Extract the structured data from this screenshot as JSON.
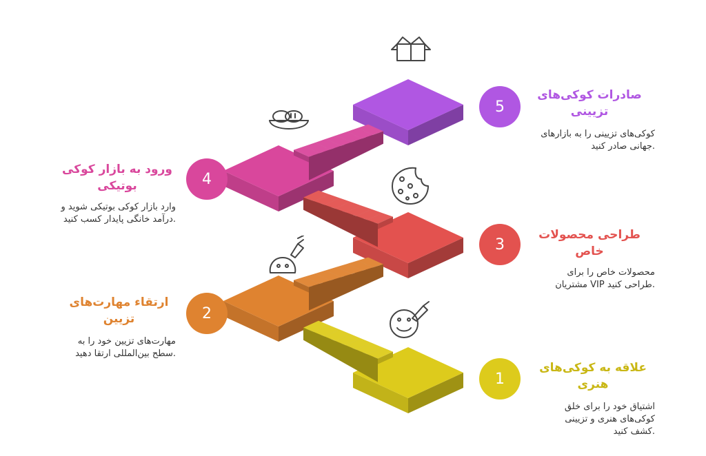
{
  "colors": {
    "step1": "#DDCB1C",
    "step2": "#DF8330",
    "step3": "#E3524F",
    "step4": "#D9479C",
    "step5": "#B057E2",
    "icon": "#444444"
  },
  "steps": [
    {
      "number": "1",
      "title": "علاقه به کوکی‌های\nهنری",
      "description": "اشتیاق خود را برای خلق\nکوکی‌های هنری و تزیینی\n.کشف کنید",
      "icon": "decorated-cookie-face-icon"
    },
    {
      "number": "2",
      "title": "ارتقاء مهارت‌های\nتزیین",
      "description": "مهارت‌های تزیین خود را به\n.سطح بین‌المللی ارتقا دهید",
      "icon": "icing-bag-cookie-icon"
    },
    {
      "number": "3",
      "title": "طراحی محصولات\nخاص",
      "description": "محصولات خاص را برای\n.طراحی کنید VIP مشتریان",
      "icon": "chocolate-chip-cookie-icon"
    },
    {
      "number": "4",
      "title": "ورود به بازار کوکی\nبوتیکی",
      "description": "وارد بازار کوکی بوتیکی شوید و\n.درآمد خانگی پایدار کسب کنید",
      "icon": "cookie-basket-icon"
    },
    {
      "number": "5",
      "title": "صادرات کوکی‌های\nتزیینی",
      "description": "کوکی‌های تزیینی را به بازارهای\n.جهانی صادر کنید",
      "icon": "box-icon"
    }
  ]
}
